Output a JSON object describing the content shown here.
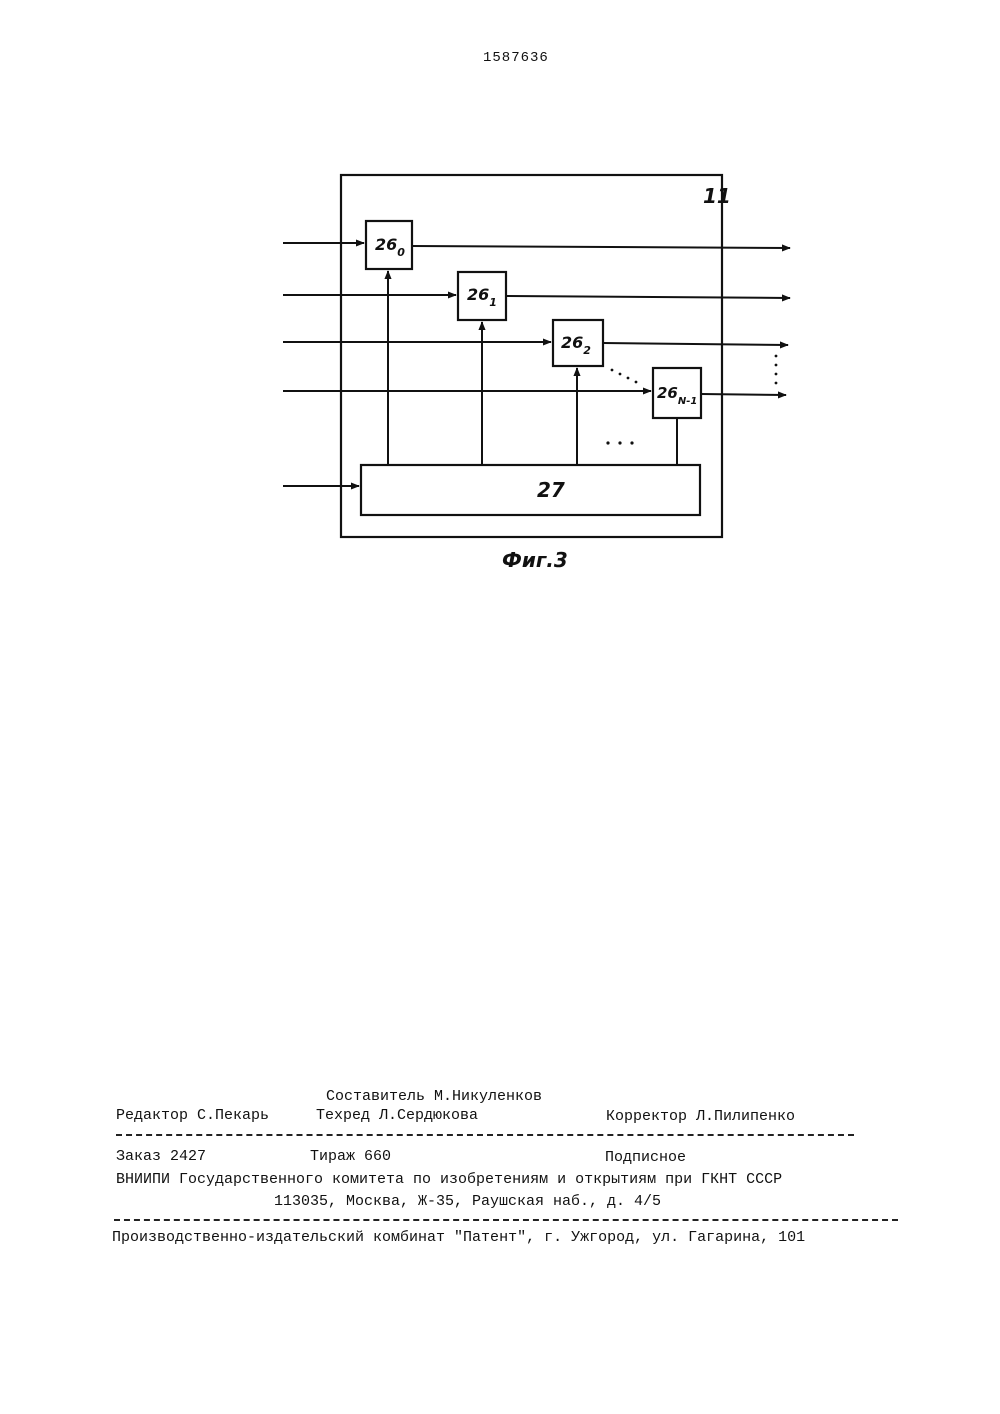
{
  "page_number": "1587636",
  "figure": {
    "frame_label": "11",
    "blocks": [
      {
        "base": "26",
        "sub": "0"
      },
      {
        "base": "26",
        "sub": "1"
      },
      {
        "base": "26",
        "sub": "2"
      },
      {
        "base": "26",
        "sub": "N-1"
      }
    ],
    "controller_label": "27",
    "caption": "Фиг.3"
  },
  "credits": {
    "compiler": "Составитель М.Никуленков",
    "editor": "Редактор С.Пекарь",
    "tech_editor": "Техред Л.Сердюкова",
    "proofreader": "Корректор Л.Пилипенко"
  },
  "order": {
    "order_no": "Заказ 2427",
    "print_run": "Тираж 660",
    "subscription": "Подписное",
    "institute": "ВНИИПИ Государственного комитета по изобретениям и открытиям при ГКНТ СССР",
    "address": "113035, Москва, Ж-35, Раушская наб., д. 4/5"
  },
  "publisher": "Производственно-издательский комбинат \"Патент\", г. Ужгород, ул. Гагарина, 101"
}
